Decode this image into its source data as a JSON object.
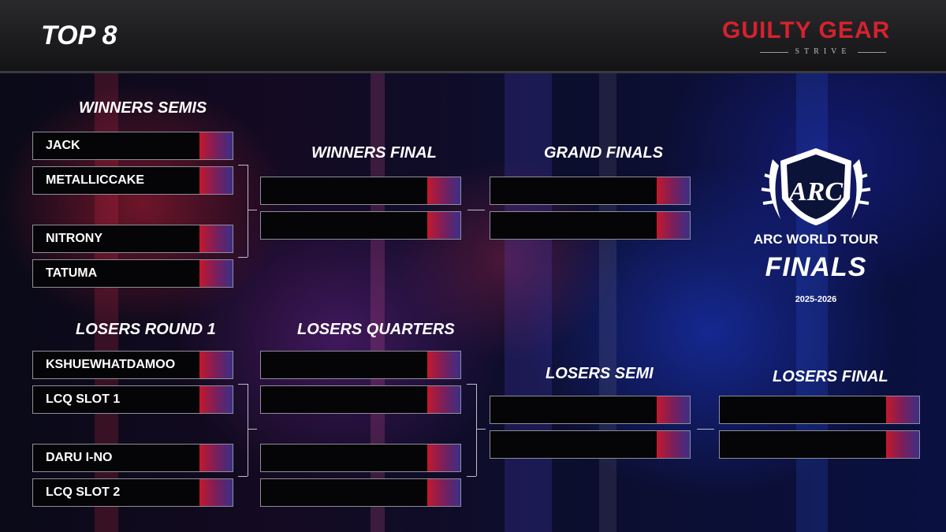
{
  "header": {
    "title": "TOP 8",
    "game_logo_main": "GUILTY GEAR",
    "game_logo_sub": "STRIVE"
  },
  "event_logo": {
    "emblem_text": "ARC",
    "title": "ARC WORLD TOUR",
    "finals": "FINALS",
    "years": "2025-2026"
  },
  "rounds": {
    "winners_semis": "WINNERS SEMIS",
    "winners_final": "WINNERS FINAL",
    "grand_finals": "GRAND FINALS",
    "losers_round_1": "LOSERS ROUND 1",
    "losers_quarters": "LOSERS QUARTERS",
    "losers_semi": "LOSERS SEMI",
    "losers_final": "LOSERS FINAL"
  },
  "winners_semis": [
    "JACK",
    "METALLICCAKE",
    "NITRONY",
    "TATUMA"
  ],
  "losers_round_1": [
    "KSHUEWHATDAMOO",
    "LCQ SLOT 1",
    "DARU I-NO",
    "LCQ SLOT 2"
  ],
  "winners_final": [
    "",
    ""
  ],
  "grand_finals": [
    "",
    ""
  ],
  "losers_quarters": [
    "",
    "",
    "",
    ""
  ],
  "losers_semi": [
    "",
    ""
  ],
  "losers_final": [
    "",
    ""
  ],
  "colors": {
    "accent_red": "#c4182c",
    "accent_blue": "#3a2f86",
    "header_bg": "#1c1c1e",
    "logo_red": "#d5222e"
  }
}
